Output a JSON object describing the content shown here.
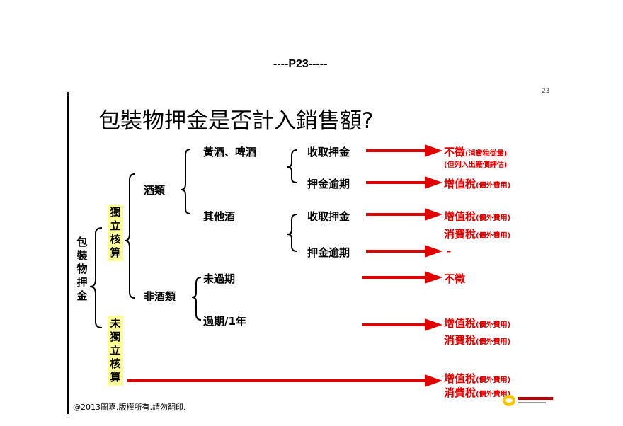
{
  "page_label": "----P23-----",
  "slide": {
    "page_number": "23",
    "title": "包裝物押金是否計入銷售額?",
    "root_label": "包裝物押金",
    "independent_label": "獨立核算",
    "not_independent_label": "未獨立核算",
    "alcohol": "酒類",
    "non_alcohol": "非酒類",
    "yellow_beer": "黃酒、啤酒",
    "other_liquor": "其他酒",
    "collect_deposit_1": "收取押金",
    "overdue_deposit_1": "押金逾期",
    "collect_deposit_2": "收取押金",
    "overdue_deposit_2": "押金逾期",
    "not_expired": "未過期",
    "expired": "過期/1年",
    "results": {
      "r1_main": "不徵",
      "r1_note": "(消費稅從量)",
      "r1_note2": "(但列入出廠價評估)",
      "r2_main": "增值稅",
      "r2_note": "(價外費用)",
      "r3_main": "增值稅",
      "r3_note": "(價外費用)",
      "r4_main": "消費稅",
      "r4_note": "(價外費用)",
      "r5_main": "-",
      "r6_main": "不徵",
      "r7_main": "增值稅",
      "r7_note": "(價外費用)",
      "r8_main": "消費稅",
      "r8_note": "(價外費用)",
      "r9_main": "增值稅",
      "r9_note": "(價外費用)",
      "r10_main": "消費稅",
      "r10_note": "(價外費用)"
    },
    "copyright": "@2013圖嘉.版權所有.請勿翻印."
  },
  "colors": {
    "arrow": "#e00000",
    "highlight": "#ffff99"
  }
}
